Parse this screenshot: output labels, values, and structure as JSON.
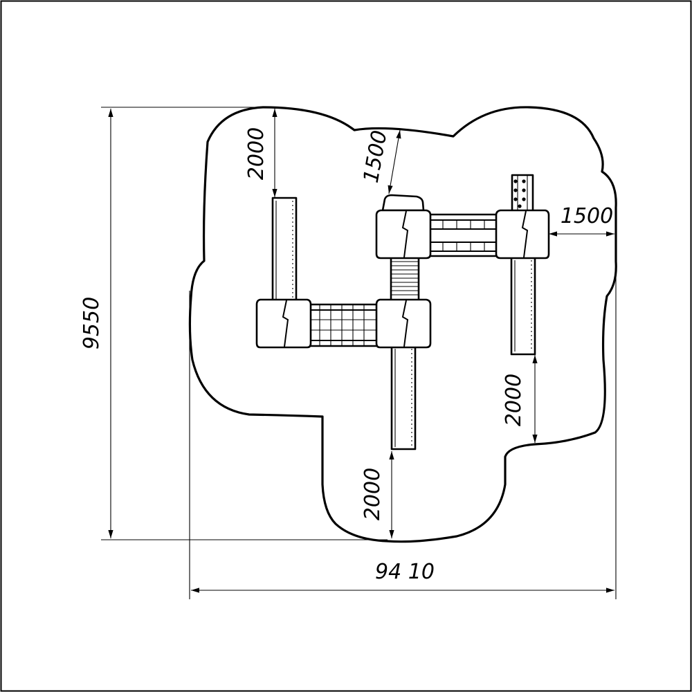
{
  "drawing": {
    "overall_height": "9550",
    "overall_width": "94 10",
    "zone_left_top": "2000",
    "zone_center_top": "1500",
    "zone_right_side": "1500",
    "zone_right_bottom": "2000",
    "zone_center_bottom": "2000"
  }
}
